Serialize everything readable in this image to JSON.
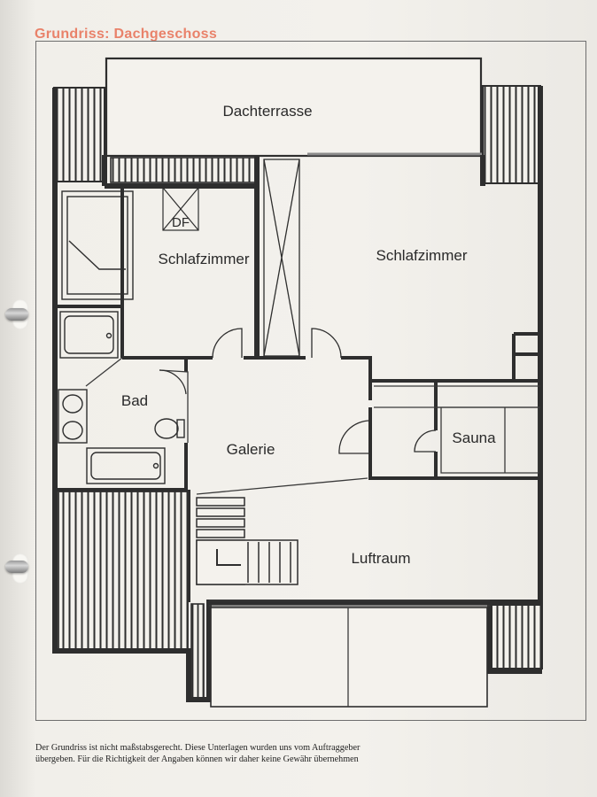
{
  "header": {
    "title": "Grundriss: Dachgeschoss"
  },
  "rooms": {
    "dachterrasse": "Dachterrasse",
    "schlafzimmer_left": "Schlafzimmer",
    "schlafzimmer_right": "Schlafzimmer",
    "dachfenster": "DF",
    "bad": "Bad",
    "galerie": "Galerie",
    "sauna": "Sauna",
    "luftraum": "Luftraum"
  },
  "footer": {
    "line1": "Der Grundriss ist nicht maßstabsgerecht. Diese Unterlagen wurden uns vom Auftraggeber",
    "line2": "übergeben. Für die Richtigkeit der Angaben können wir daher keine Gewähr übernehmen"
  },
  "colors": {
    "title": "#e9826a",
    "wall": "#2e2e2e",
    "paper": "#f3f1ec"
  }
}
